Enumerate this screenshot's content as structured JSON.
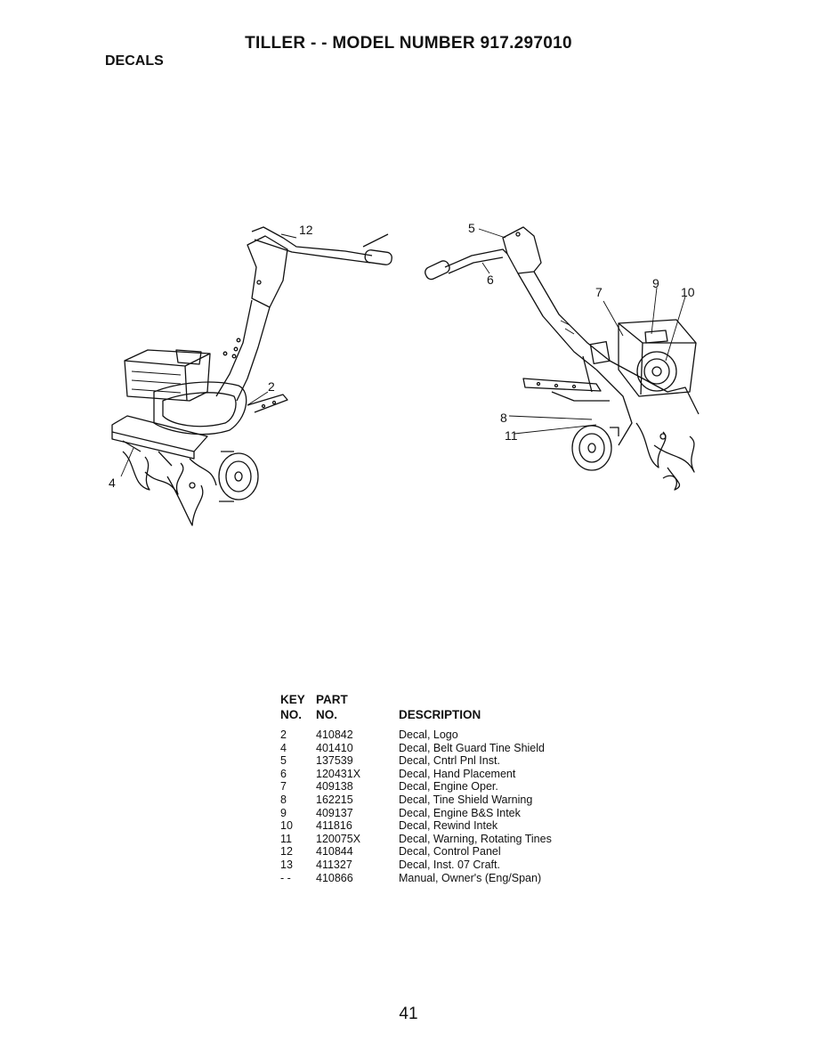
{
  "page": {
    "title": "TILLER - - MODEL NUMBER 917.297010",
    "section": "DECALS",
    "page_number": "41"
  },
  "figure_left": {
    "callouts": [
      "12",
      "2",
      "4"
    ]
  },
  "figure_right": {
    "callouts": [
      "5",
      "6",
      "7",
      "9",
      "10",
      "8",
      "11"
    ]
  },
  "parts_table": {
    "headers": {
      "key_line1": "KEY",
      "key_line2": "NO.",
      "part_line1": "PART",
      "part_line2": "NO.",
      "description": "DESCRIPTION"
    },
    "rows": [
      {
        "key": "2",
        "part": "410842",
        "description": "Decal, Logo"
      },
      {
        "key": "4",
        "part": "401410",
        "description": "Decal, Belt Guard Tine Shield"
      },
      {
        "key": "5",
        "part": "137539",
        "description": "Decal, Cntrl Pnl Inst."
      },
      {
        "key": "6",
        "part": "120431X",
        "description": "Decal, Hand Placement"
      },
      {
        "key": "7",
        "part": "409138",
        "description": "Decal, Engine Oper."
      },
      {
        "key": "8",
        "part": "162215",
        "description": "Decal, Tine Shield Warning"
      },
      {
        "key": "9",
        "part": "409137",
        "description": "Decal, Engine B&S Intek"
      },
      {
        "key": "10",
        "part": "411816",
        "description": "Decal, Rewind Intek"
      },
      {
        "key": "11",
        "part": "120075X",
        "description": "Decal, Warning, Rotating Tines"
      },
      {
        "key": "12",
        "part": "410844",
        "description": "Decal, Control Panel"
      },
      {
        "key": "13",
        "part": "411327",
        "description": "Decal, Inst. 07 Craft."
      },
      {
        "key": "- -",
        "part": "410866",
        "description": "Manual, Owner's (Eng/Span)"
      }
    ]
  }
}
